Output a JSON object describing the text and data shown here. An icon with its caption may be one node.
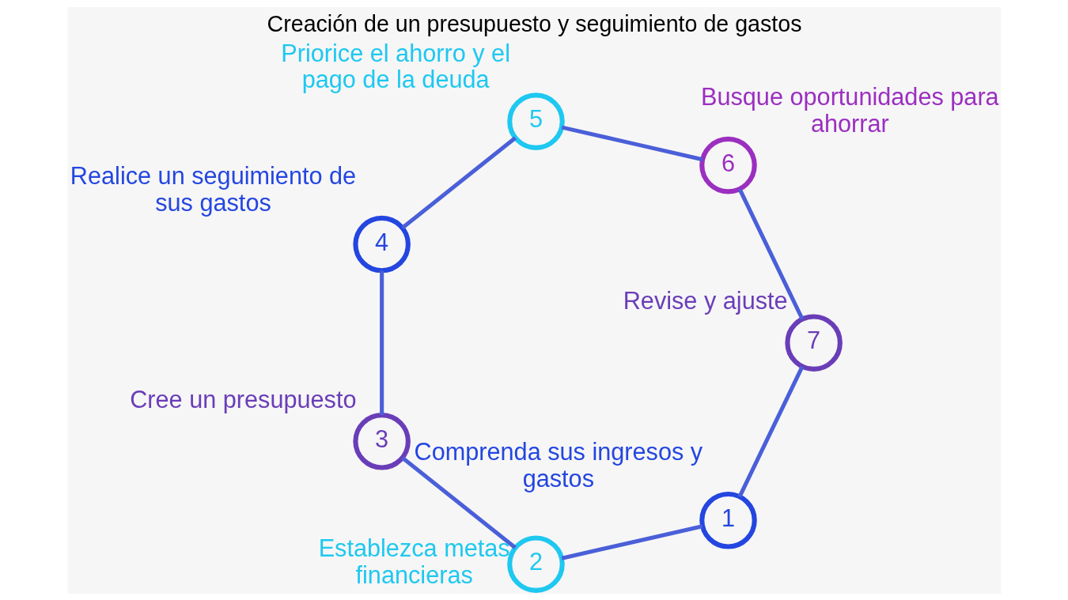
{
  "diagram": {
    "title": "Creación de un presupuesto y seguimiento de gastos",
    "nodes": [
      {
        "text": [
          "1"
        ],
        "beside": [
          "Comprenda sus ingresos y gastos"
        ]
      },
      {
        "text": [
          "2"
        ],
        "beside": [
          "Establezca metas financieras"
        ]
      },
      {
        "text": [
          "3"
        ],
        "beside": [
          "Cree un presupuesto"
        ]
      },
      {
        "text": [
          "4"
        ],
        "beside": [
          "Realice un seguimiento de sus gastos"
        ]
      },
      {
        "text": [
          "5"
        ],
        "beside": [
          "Priorice el ahorro y el pago de la deuda"
        ]
      },
      {
        "text": [
          "6"
        ],
        "beside": [
          "Busque oportunidades para ahorrar"
        ]
      },
      {
        "text": [
          "7"
        ],
        "beside": [
          "Revise y ajuste"
        ]
      }
    ],
    "edges": [
      {
        "from": 0,
        "to": 1,
        "arrow": "none"
      },
      {
        "from": 1,
        "to": 2,
        "arrow": "none"
      },
      {
        "from": 2,
        "to": 3,
        "arrow": "none"
      },
      {
        "from": 3,
        "to": 4,
        "arrow": "none"
      },
      {
        "from": 4,
        "to": 5,
        "arrow": "none"
      },
      {
        "from": 5,
        "to": 6,
        "arrow": "none"
      },
      {
        "from": 6,
        "to": 0,
        "arrow": "none"
      }
    ]
  }
}
